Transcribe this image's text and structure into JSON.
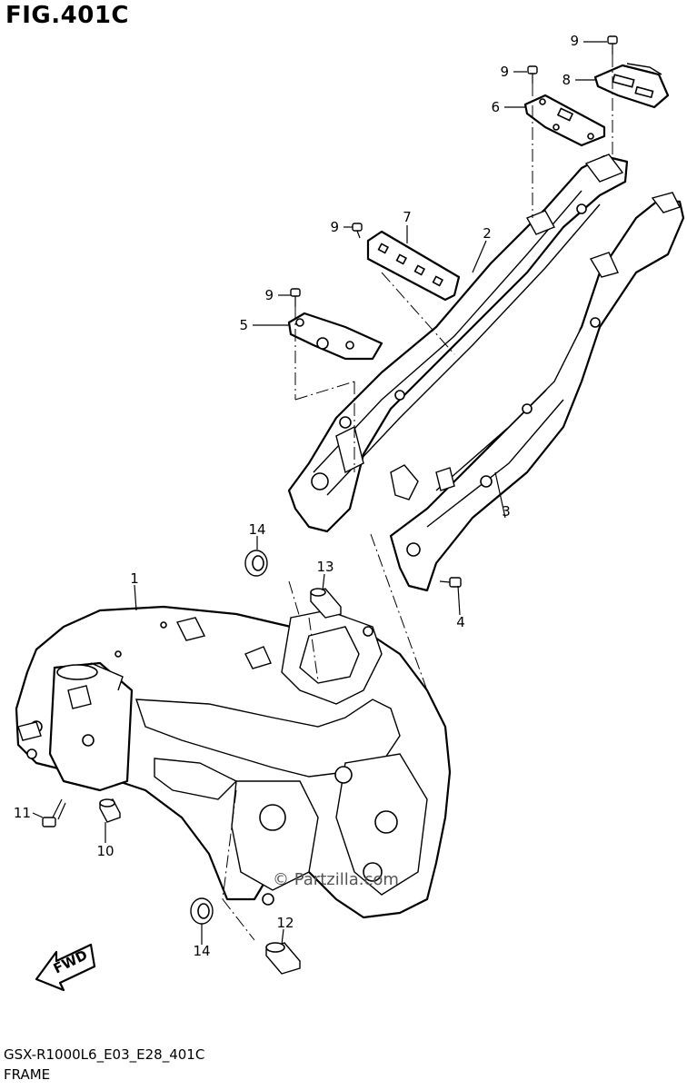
{
  "figure": {
    "title": "FIG.401C",
    "code": "GSX-R1000L6_E03_E28_401C",
    "name": "FRAME",
    "watermark": "© Partzilla.com",
    "fwd_label": "FWD"
  },
  "callouts": [
    {
      "id": "c1",
      "label": "1"
    },
    {
      "id": "c2",
      "label": "2"
    },
    {
      "id": "c3",
      "label": "3"
    },
    {
      "id": "c4",
      "label": "4"
    },
    {
      "id": "c5",
      "label": "5"
    },
    {
      "id": "c6",
      "label": "6"
    },
    {
      "id": "c7",
      "label": "7"
    },
    {
      "id": "c8",
      "label": "8"
    },
    {
      "id": "c9a",
      "label": "9"
    },
    {
      "id": "c9b",
      "label": "9"
    },
    {
      "id": "c9c",
      "label": "9"
    },
    {
      "id": "c9d",
      "label": "9"
    },
    {
      "id": "c10",
      "label": "10"
    },
    {
      "id": "c11",
      "label": "11"
    },
    {
      "id": "c12",
      "label": "12"
    },
    {
      "id": "c13",
      "label": "13"
    },
    {
      "id": "c14a",
      "label": "14"
    },
    {
      "id": "c14b",
      "label": "14"
    }
  ]
}
